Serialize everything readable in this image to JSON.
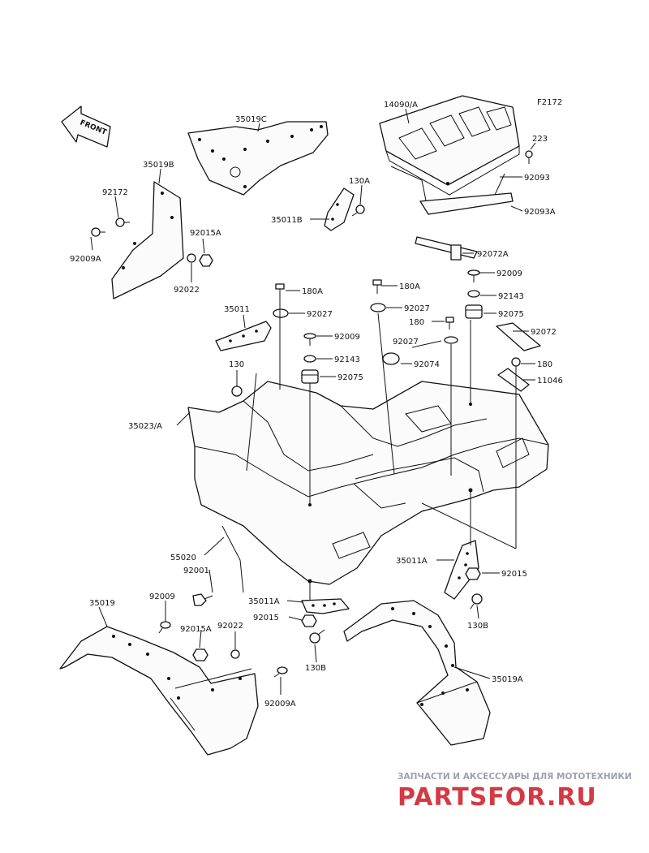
{
  "figure_code": "F2172",
  "front_label": "FRONT",
  "watermark": {
    "subtitle": "ЗАПЧАСТИ И АКСЕССУАРЫ ДЛЯ МОТОТЕХНИКИ",
    "logo_text": "PARTSFOR.RU",
    "logo_color": "#d33a43",
    "subtitle_color": "#9aa3ad"
  },
  "callouts": [
    {
      "id": "c1",
      "text": "14090/A"
    },
    {
      "id": "c2",
      "text": "35019C"
    },
    {
      "id": "c3",
      "text": "223"
    },
    {
      "id": "c4",
      "text": "92093"
    },
    {
      "id": "c5",
      "text": "92093A"
    },
    {
      "id": "c6",
      "text": "35019B"
    },
    {
      "id": "c7",
      "text": "130A"
    },
    {
      "id": "c8",
      "text": "92172"
    },
    {
      "id": "c9",
      "text": "35011B"
    },
    {
      "id": "c10",
      "text": "92015A"
    },
    {
      "id": "c11",
      "text": "92009A"
    },
    {
      "id": "c12",
      "text": "92072A"
    },
    {
      "id": "c13",
      "text": "92022"
    },
    {
      "id": "c14",
      "text": "92009"
    },
    {
      "id": "c15",
      "text": "180A"
    },
    {
      "id": "c16",
      "text": "180A"
    },
    {
      "id": "c17",
      "text": "92143"
    },
    {
      "id": "c18",
      "text": "35011"
    },
    {
      "id": "c19",
      "text": "92027"
    },
    {
      "id": "c20",
      "text": "92027"
    },
    {
      "id": "c21",
      "text": "92075"
    },
    {
      "id": "c22",
      "text": "180"
    },
    {
      "id": "c23",
      "text": "92009"
    },
    {
      "id": "c24",
      "text": "92027"
    },
    {
      "id": "c25",
      "text": "92072"
    },
    {
      "id": "c26",
      "text": "92143"
    },
    {
      "id": "c27",
      "text": "130"
    },
    {
      "id": "c28",
      "text": "92074"
    },
    {
      "id": "c29",
      "text": "180"
    },
    {
      "id": "c30",
      "text": "92075"
    },
    {
      "id": "c31",
      "text": "11046"
    },
    {
      "id": "c32",
      "text": "35023/A"
    },
    {
      "id": "c33",
      "text": "55020"
    },
    {
      "id": "c34",
      "text": "35011A"
    },
    {
      "id": "c35",
      "text": "92001"
    },
    {
      "id": "c36",
      "text": "92015"
    },
    {
      "id": "c37",
      "text": "92009"
    },
    {
      "id": "c38",
      "text": "35019"
    },
    {
      "id": "c39",
      "text": "35011A"
    },
    {
      "id": "c40",
      "text": "92015"
    },
    {
      "id": "c41",
      "text": "130B"
    },
    {
      "id": "c42",
      "text": "92015A"
    },
    {
      "id": "c43",
      "text": "92022"
    },
    {
      "id": "c44",
      "text": "130B"
    },
    {
      "id": "c45",
      "text": "35019A"
    },
    {
      "id": "c46",
      "text": "92009A"
    }
  ]
}
